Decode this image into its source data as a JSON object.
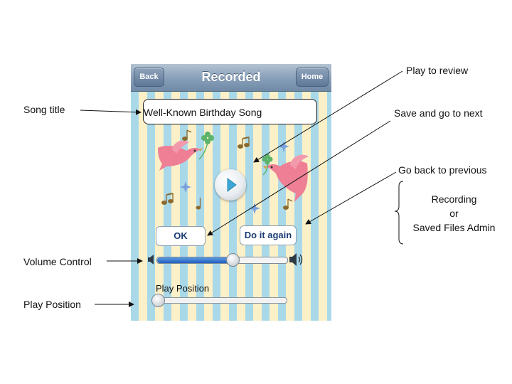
{
  "annotations": {
    "song_title": "Song title",
    "volume_control": "Volume Control",
    "play_position": "Play Position",
    "play_to_review": "Play to review",
    "save_next": "Save and go to next",
    "go_back": "Go back to previous",
    "go_back_targets": [
      "Recording",
      "or",
      "Saved Files Admin"
    ]
  },
  "navbar": {
    "title": "Recorded",
    "back_label": "Back",
    "home_label": "Home"
  },
  "song": {
    "title": "Well-Known Birthday Song"
  },
  "buttons": {
    "ok": "OK",
    "do_again": "Do it again"
  },
  "volume": {
    "level": 0.58
  },
  "play_position": {
    "label": "Play Position",
    "value": 0.0
  },
  "colors": {
    "stripe_blue": "#a9d9e9",
    "stripe_cream": "#fbf0c8",
    "bird": "#ee7f95",
    "button_text": "#1c3c75",
    "slider_fill": "#1f5fbf"
  }
}
